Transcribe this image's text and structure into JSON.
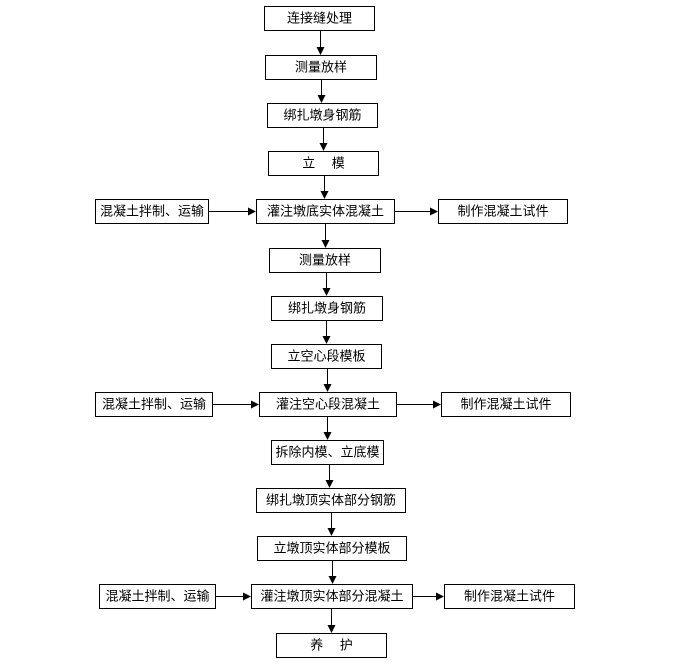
{
  "flowchart": {
    "nodes": [
      {
        "id": "n1",
        "label": "连接缝处理"
      },
      {
        "id": "n2",
        "label": "测量放样"
      },
      {
        "id": "n3",
        "label": "绑扎墩身钢筋"
      },
      {
        "id": "n4",
        "label": "立    模"
      },
      {
        "id": "n5",
        "label": "灌注墩底实体混凝土"
      },
      {
        "id": "n5l",
        "label": "混凝土拌制、运输"
      },
      {
        "id": "n5r",
        "label": "制作混凝土试件"
      },
      {
        "id": "n6",
        "label": "测量放样"
      },
      {
        "id": "n7",
        "label": "绑扎墩身钢筋"
      },
      {
        "id": "n8",
        "label": "立空心段模板"
      },
      {
        "id": "n9",
        "label": "灌注空心段混凝土"
      },
      {
        "id": "n9l",
        "label": "混凝土拌制、运输"
      },
      {
        "id": "n9r",
        "label": "制作混凝土试件"
      },
      {
        "id": "n10",
        "label": "拆除内模、立底模"
      },
      {
        "id": "n11",
        "label": "绑扎墩顶实体部分钢筋"
      },
      {
        "id": "n12",
        "label": "立墩顶实体部分模板"
      },
      {
        "id": "n13",
        "label": "灌注墩顶实体部分混凝土"
      },
      {
        "id": "n13l",
        "label": "混凝土拌制、运输"
      },
      {
        "id": "n13r",
        "label": "制作混凝土试件"
      },
      {
        "id": "n14",
        "label": "养    护"
      }
    ],
    "edges": [
      {
        "from": "n1",
        "to": "n2"
      },
      {
        "from": "n2",
        "to": "n3"
      },
      {
        "from": "n3",
        "to": "n4"
      },
      {
        "from": "n4",
        "to": "n5"
      },
      {
        "from": "n5l",
        "to": "n5"
      },
      {
        "from": "n5",
        "to": "n5r"
      },
      {
        "from": "n5",
        "to": "n6"
      },
      {
        "from": "n6",
        "to": "n7"
      },
      {
        "from": "n7",
        "to": "n8"
      },
      {
        "from": "n8",
        "to": "n9"
      },
      {
        "from": "n9l",
        "to": "n9"
      },
      {
        "from": "n9",
        "to": "n9r"
      },
      {
        "from": "n9",
        "to": "n10"
      },
      {
        "from": "n10",
        "to": "n11"
      },
      {
        "from": "n11",
        "to": "n12"
      },
      {
        "from": "n12",
        "to": "n13"
      },
      {
        "from": "n13l",
        "to": "n13"
      },
      {
        "from": "n13",
        "to": "n13r"
      },
      {
        "from": "n13",
        "to": "n14"
      }
    ]
  }
}
